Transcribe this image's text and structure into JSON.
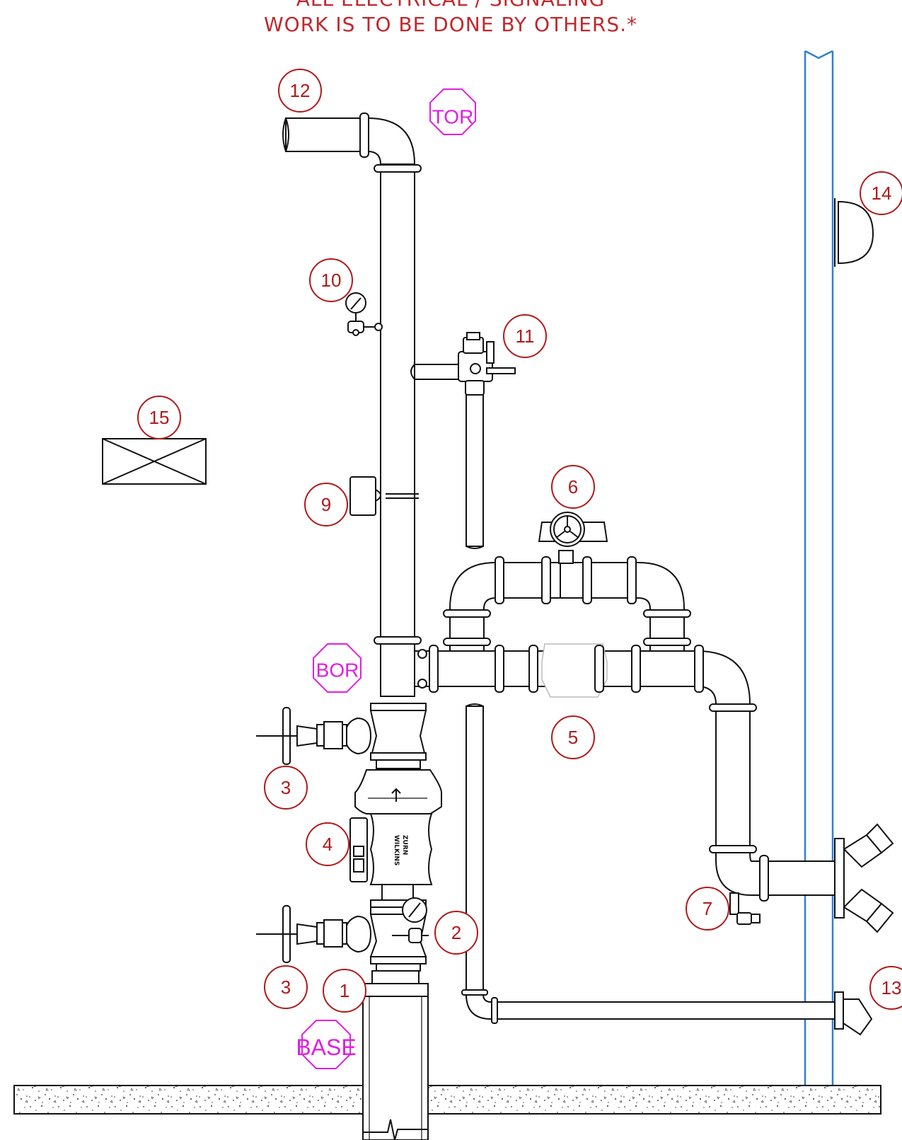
{
  "note": {
    "line1": "ALL ELECTRICAL / SIGNALING",
    "line2": "WORK IS TO BE DONE BY OTHERS.*"
  },
  "callouts": [
    {
      "id": "1",
      "label": "1"
    },
    {
      "id": "2",
      "label": "2"
    },
    {
      "id": "3a",
      "label": "3"
    },
    {
      "id": "3b",
      "label": "3"
    },
    {
      "id": "4",
      "label": "4"
    },
    {
      "id": "5",
      "label": "5"
    },
    {
      "id": "6",
      "label": "6"
    },
    {
      "id": "7",
      "label": "7"
    },
    {
      "id": "9",
      "label": "9"
    },
    {
      "id": "10",
      "label": "10"
    },
    {
      "id": "11",
      "label": "11"
    },
    {
      "id": "12",
      "label": "12"
    },
    {
      "id": "13",
      "label": "13"
    },
    {
      "id": "14",
      "label": "14"
    },
    {
      "id": "15",
      "label": "15"
    }
  ],
  "markers": {
    "tor": "TOR",
    "bor": "BOR",
    "base": "BASE"
  },
  "valve_brand": {
    "line1": "ZURN",
    "line2": "WILKINS"
  },
  "colors": {
    "callout": "#b01a1a",
    "note": "#c1272d",
    "marker": "#e020e0",
    "wall": "#2f7fd6",
    "pipe": "#111111"
  }
}
